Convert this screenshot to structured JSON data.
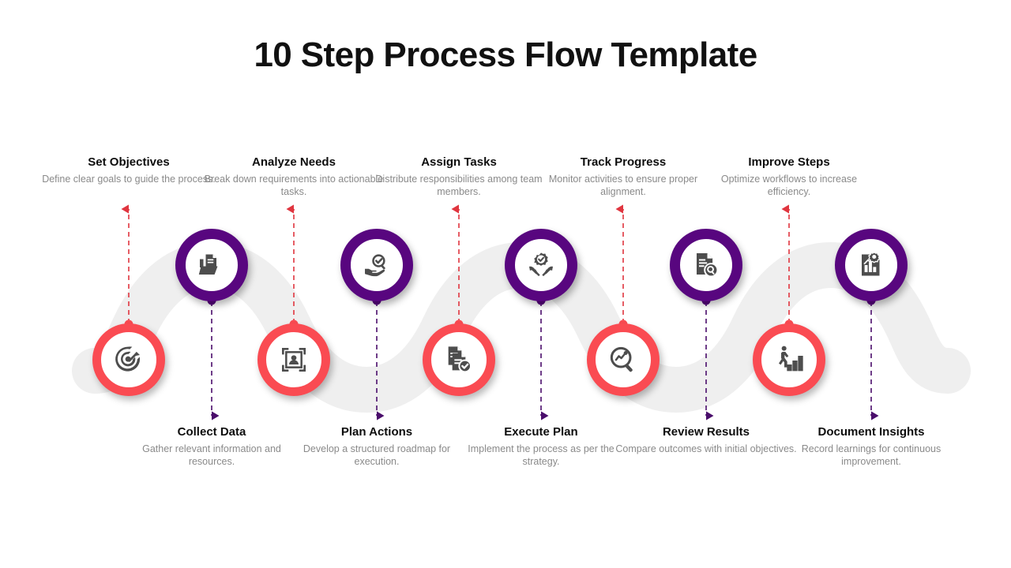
{
  "title": "10 Step Process Flow Template",
  "theme": {
    "top_ring_color": "#58067f",
    "bottom_ring_color": "#fa4b52",
    "up_arrow_color": "#e0353f",
    "down_arrow_color": "#4a0d6b",
    "ribbon_color": "#efefef",
    "title_color": "#111111",
    "label_color": "#0d0d0d",
    "desc_color": "#8a8a8a"
  },
  "steps": [
    {
      "index": 1,
      "label": "Set Objectives",
      "description": "Define clear goals to guide the process.",
      "icon": "target-arrow-icon",
      "row": "bottom",
      "caption_position": "above"
    },
    {
      "index": 2,
      "label": "Collect Data",
      "description": "Gather relevant information and resources.",
      "icon": "folder-documents-icon",
      "row": "top",
      "caption_position": "below"
    },
    {
      "index": 3,
      "label": "Analyze Needs",
      "description": "Break down requirements into actionable tasks.",
      "icon": "data-frame-icon",
      "row": "bottom",
      "caption_position": "above"
    },
    {
      "index": 4,
      "label": "Plan Actions",
      "description": "Develop a structured roadmap for execution.",
      "icon": "hand-magnifier-check-icon",
      "row": "top",
      "caption_position": "below"
    },
    {
      "index": 5,
      "label": "Assign Tasks",
      "description": "Distribute responsibilities among team members.",
      "icon": "documents-check-icon",
      "row": "bottom",
      "caption_position": "above"
    },
    {
      "index": 6,
      "label": "Execute Plan",
      "description": "Implement the process as per the strategy.",
      "icon": "hands-gear-check-icon",
      "row": "top",
      "caption_position": "below"
    },
    {
      "index": 7,
      "label": "Track Progress",
      "description": "Monitor activities to ensure proper alignment.",
      "icon": "magnifier-chart-icon",
      "row": "bottom",
      "caption_position": "above"
    },
    {
      "index": 8,
      "label": "Review Results",
      "description": "Compare outcomes with initial objectives.",
      "icon": "document-search-icon",
      "row": "top",
      "caption_position": "below"
    },
    {
      "index": 9,
      "label": "Improve Steps",
      "description": "Optimize workflows to increase efficiency.",
      "icon": "person-stairs-icon",
      "row": "bottom",
      "caption_position": "above"
    },
    {
      "index": 10,
      "label": "Document Insights",
      "description": "Record learnings for continuous improvement.",
      "icon": "report-gear-chart-icon",
      "row": "top",
      "caption_position": "below"
    }
  ]
}
